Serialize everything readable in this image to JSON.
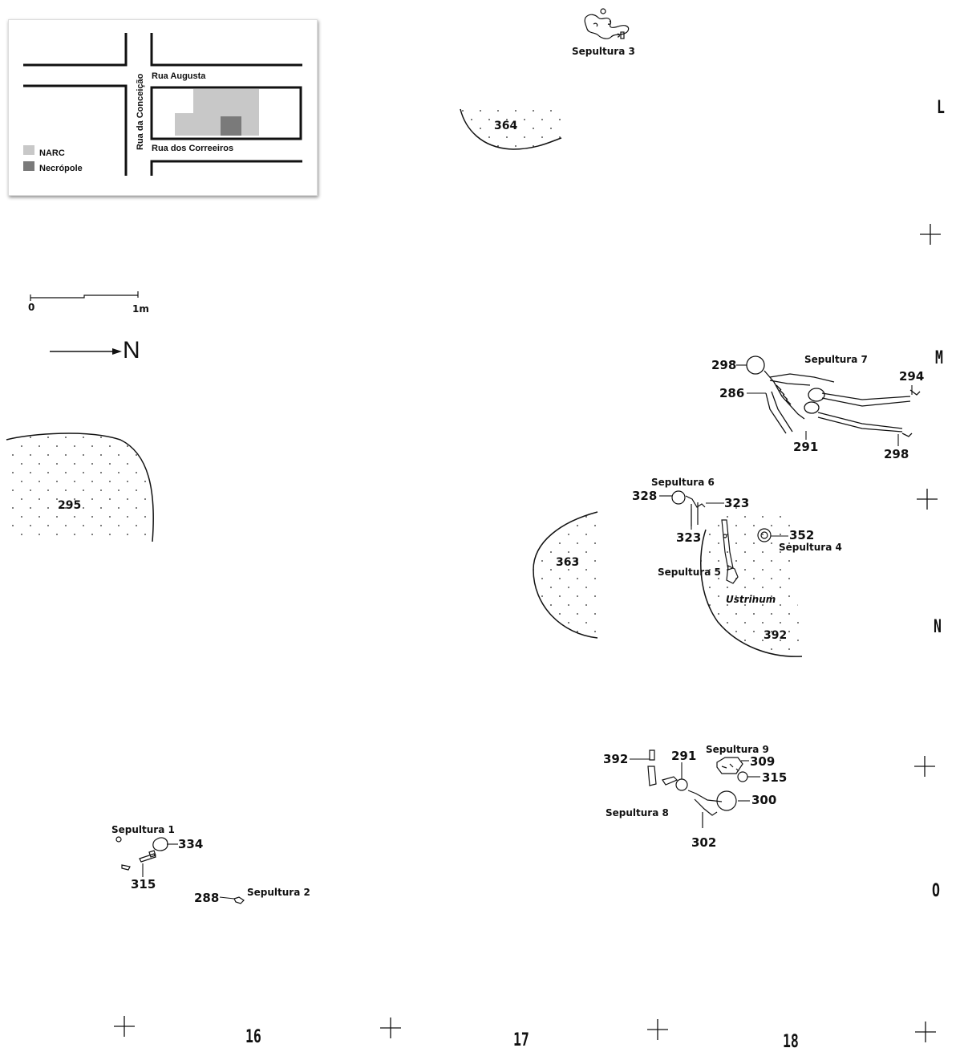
{
  "inset_map": {
    "streets": {
      "top": "Rua Augusta",
      "vertical": "Rua da Conceição",
      "bottom": "Rua dos Correeiros"
    },
    "legend": [
      {
        "label": "NARC",
        "color": "#c8c8c8"
      },
      {
        "label": "Necrópole",
        "color": "#7a7a7a"
      }
    ]
  },
  "scale_bar": {
    "start": "0",
    "end": "1m"
  },
  "north_arrow": "N",
  "grid_labels": {
    "rows": [
      "L",
      "M",
      "N",
      "O"
    ],
    "columns": [
      "16",
      "17",
      "18"
    ]
  },
  "areas": {
    "a364": "364",
    "a295": "295",
    "a363": "363",
    "a392": "392"
  },
  "burials": {
    "s1": {
      "name": "Sepultura 1",
      "labels": [
        "334",
        "315"
      ]
    },
    "s2": {
      "name": "Sepultura 2",
      "labels": [
        "288"
      ]
    },
    "s3": {
      "name": "Sepultura 3"
    },
    "s4": {
      "name": "Sepultura 4",
      "labels": [
        "352"
      ]
    },
    "s5": {
      "name": "Sepultura 5"
    },
    "s6": {
      "name": "Sepultura 6",
      "labels": [
        "328",
        "323",
        "323"
      ]
    },
    "s7": {
      "name": "Sepultura 7",
      "labels": [
        "298",
        "286",
        "291",
        "294",
        "298"
      ]
    },
    "s8": {
      "name": "Sepultura 8",
      "labels": [
        "392",
        "291",
        "300",
        "302"
      ]
    },
    "s9": {
      "name": "Sepultura 9",
      "labels": [
        "309",
        "315"
      ]
    }
  },
  "ustrinum": "Ustrinum",
  "colors": {
    "line": "#111111",
    "dots": "#555555"
  }
}
